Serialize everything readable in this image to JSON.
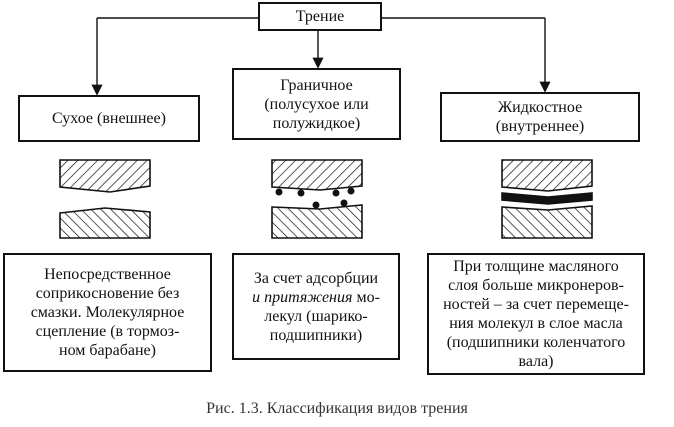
{
  "root": {
    "label": "Трение"
  },
  "types": [
    {
      "title": [
        "Сухое (внешнее)"
      ],
      "description": [
        "Непосредственное",
        "соприкосновение без",
        "смазки. Молекулярное",
        "сцепление (в тормоз-",
        "ном барабане)"
      ]
    },
    {
      "title": [
        "Граничное",
        "(полусухое или",
        "полужидкое)"
      ],
      "description_prefix": "За счет адсорбции",
      "description_italic": "и притяжения",
      "description_rest": [
        "мо-",
        "лекул (шарико-",
        "подшипники)"
      ]
    },
    {
      "title": [
        "Жидкостное",
        "(внутреннее)"
      ],
      "description": [
        "При толщине масляного",
        "слоя больше микронеров-",
        "ностей – за счет перемеще-",
        "ния молекул в слое масла",
        "(подшипники коленчатого",
        "вала)"
      ]
    }
  ],
  "caption": "Рис. 1.3. Классификация видов трения",
  "colors": {
    "ink": "#111111"
  }
}
